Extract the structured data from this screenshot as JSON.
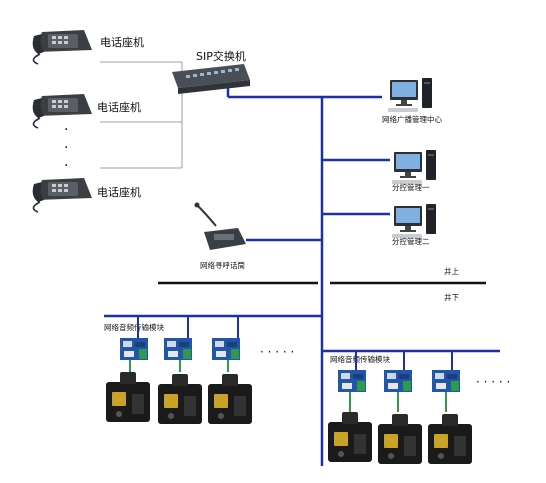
{
  "labels": {
    "phone_1": "电话座机",
    "phone_2": "电话座机",
    "phone_3": "电话座机",
    "sip_switch": "SIP交换机",
    "pc_center": "网络广播管理中心",
    "pc_sub_1": "分控管理一",
    "pc_sub_2": "分控管理二",
    "paging_mic": "网络寻呼话筒",
    "above_ground": "井上",
    "below_ground": "井下",
    "module_group_left": "网络音频传输模块",
    "module_group_right": "网络音频传输模块"
  },
  "ellipsis_vertical": ".",
  "ellipsis_horizontal": "· · · · ·",
  "colors": {
    "backbone": "#1f2fa8",
    "ground_line": "#111111",
    "thin_line": "#9aa0a6",
    "green_line": "#2e9a4a",
    "board": "#2257a8",
    "speaker": "#1a1a1a"
  },
  "icons": {
    "phone": "desk-phone-icon",
    "switch": "network-switch-icon",
    "pc": "desktop-pc-icon",
    "mic": "paging-microphone-icon",
    "module": "audio-module-board-icon",
    "speaker": "mine-speaker-icon"
  }
}
